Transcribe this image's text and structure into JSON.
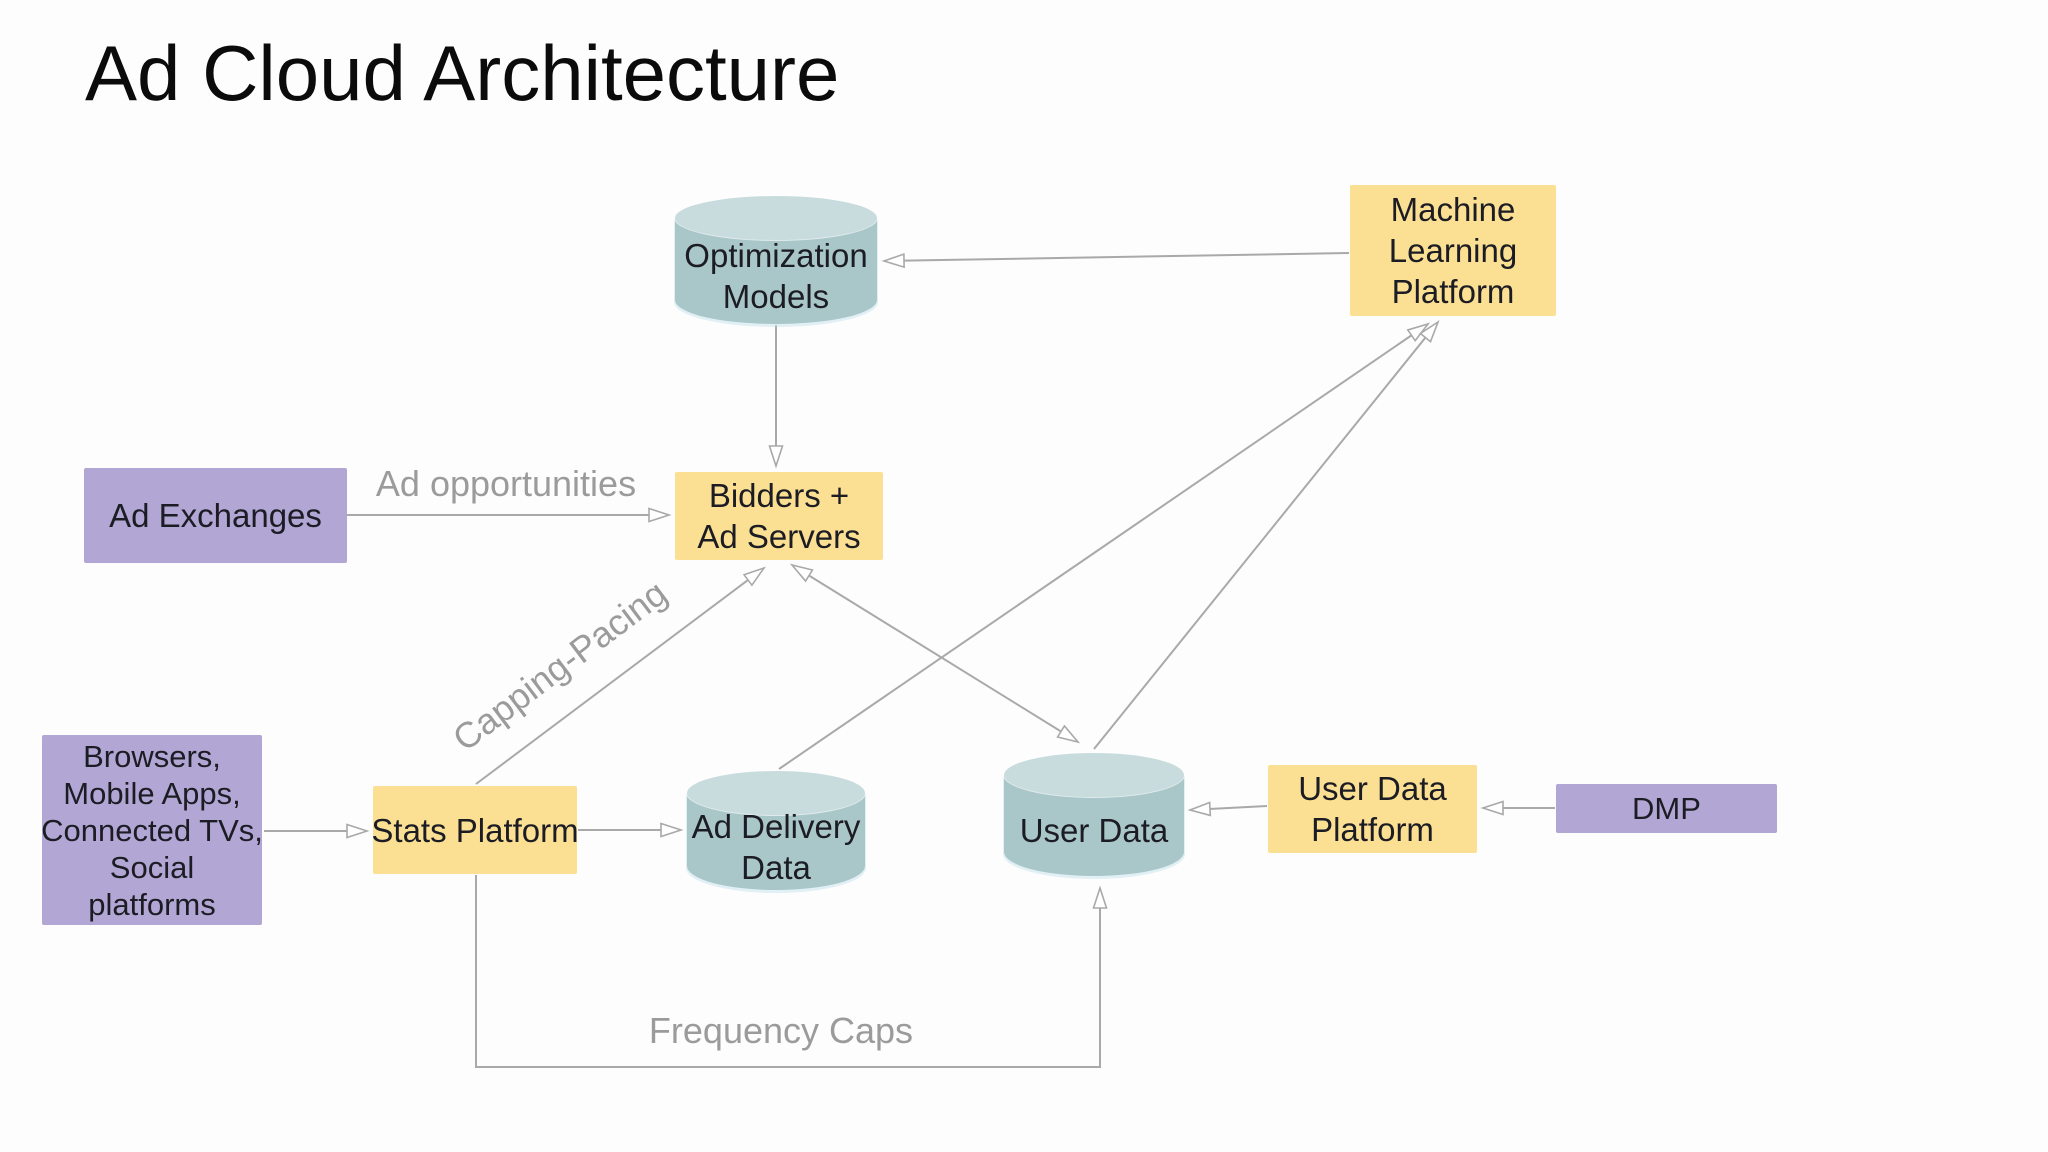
{
  "title": "Ad Cloud Architecture",
  "colors": {
    "background": "#fdfdfd",
    "title_text": "#0b0b0b",
    "node_text": "#1c1c24",
    "yellow": "#fbdf92",
    "purple": "#b2a7d4",
    "cylinder_body": "#a9c6c8",
    "cylinder_top": "#c9dcdd",
    "arrow": "#a9a9a9",
    "edge_label": "#9b9b9b"
  },
  "nodes": {
    "optimization_models": {
      "shape": "cylinder",
      "lines": [
        "Optimization",
        "Models"
      ]
    },
    "machine_learning_platform": {
      "shape": "box-yellow",
      "lines": [
        "Machine",
        "Learning",
        "Platform"
      ]
    },
    "ad_exchanges": {
      "shape": "box-purple",
      "lines": [
        "Ad Exchanges"
      ]
    },
    "bidders_ad_servers": {
      "shape": "box-yellow",
      "lines": [
        "Bidders +",
        "Ad Servers"
      ]
    },
    "browsers_sources": {
      "shape": "box-purple",
      "lines": [
        "Browsers,",
        "Mobile Apps,",
        "Connected TVs,",
        "Social",
        "platforms"
      ]
    },
    "stats_platform": {
      "shape": "box-yellow",
      "lines": [
        "Stats Platform"
      ]
    },
    "ad_delivery_data": {
      "shape": "cylinder",
      "lines": [
        "Ad Delivery",
        "Data"
      ]
    },
    "user_data": {
      "shape": "cylinder",
      "lines": [
        "User Data"
      ]
    },
    "user_data_platform": {
      "shape": "box-yellow",
      "lines": [
        "User Data",
        "Platform"
      ]
    },
    "dmp": {
      "shape": "box-purple",
      "lines": [
        "DMP"
      ]
    }
  },
  "edges": [
    {
      "id": "mlp-to-optimization-models",
      "from": "machine_learning_platform",
      "to": "optimization_models",
      "label": ""
    },
    {
      "id": "optimization-models-to-bidders",
      "from": "optimization_models",
      "to": "bidders_ad_servers",
      "label": ""
    },
    {
      "id": "ad-exchanges-to-bidders",
      "from": "ad_exchanges",
      "to": "bidders_ad_servers",
      "label": "Ad opportunities"
    },
    {
      "id": "stats-to-bidders",
      "from": "stats_platform",
      "to": "bidders_ad_servers",
      "label": "Capping-Pacing"
    },
    {
      "id": "bidders-user-data",
      "from": "bidders_ad_servers",
      "to": "user_data",
      "bidirectional": true,
      "label": ""
    },
    {
      "id": "ad-delivery-to-mlp",
      "from": "ad_delivery_data",
      "to": "machine_learning_platform",
      "label": ""
    },
    {
      "id": "user-data-to-mlp",
      "from": "user_data",
      "to": "machine_learning_platform",
      "label": ""
    },
    {
      "id": "browsers-to-stats",
      "from": "browsers_sources",
      "to": "stats_platform",
      "label": ""
    },
    {
      "id": "stats-to-ad-delivery",
      "from": "stats_platform",
      "to": "ad_delivery_data",
      "label": ""
    },
    {
      "id": "udp-to-user-data",
      "from": "user_data_platform",
      "to": "user_data",
      "label": ""
    },
    {
      "id": "dmp-to-udp",
      "from": "dmp",
      "to": "user_data_platform",
      "label": ""
    },
    {
      "id": "stats-to-user-data-frequency",
      "from": "stats_platform",
      "to": "user_data",
      "label": "Frequency Caps"
    }
  ]
}
